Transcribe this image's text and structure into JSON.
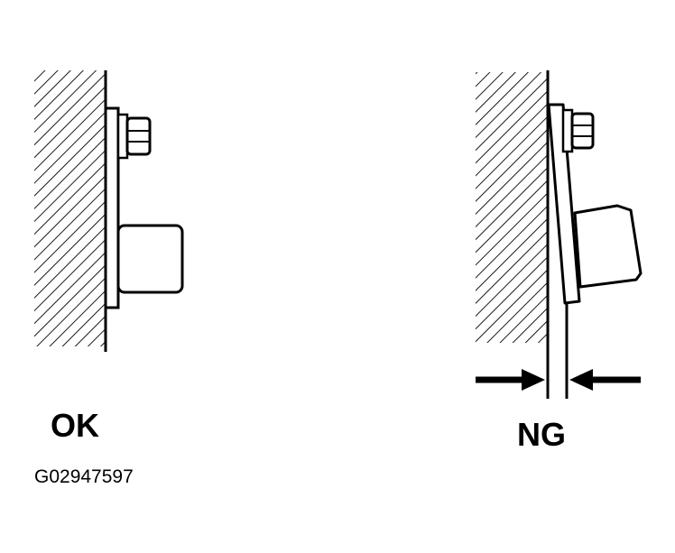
{
  "labels": {
    "ok": "OK",
    "ng": "NG",
    "figure_code": "G02947597"
  },
  "colors": {
    "ink": "#000000",
    "paper": "#ffffff"
  }
}
